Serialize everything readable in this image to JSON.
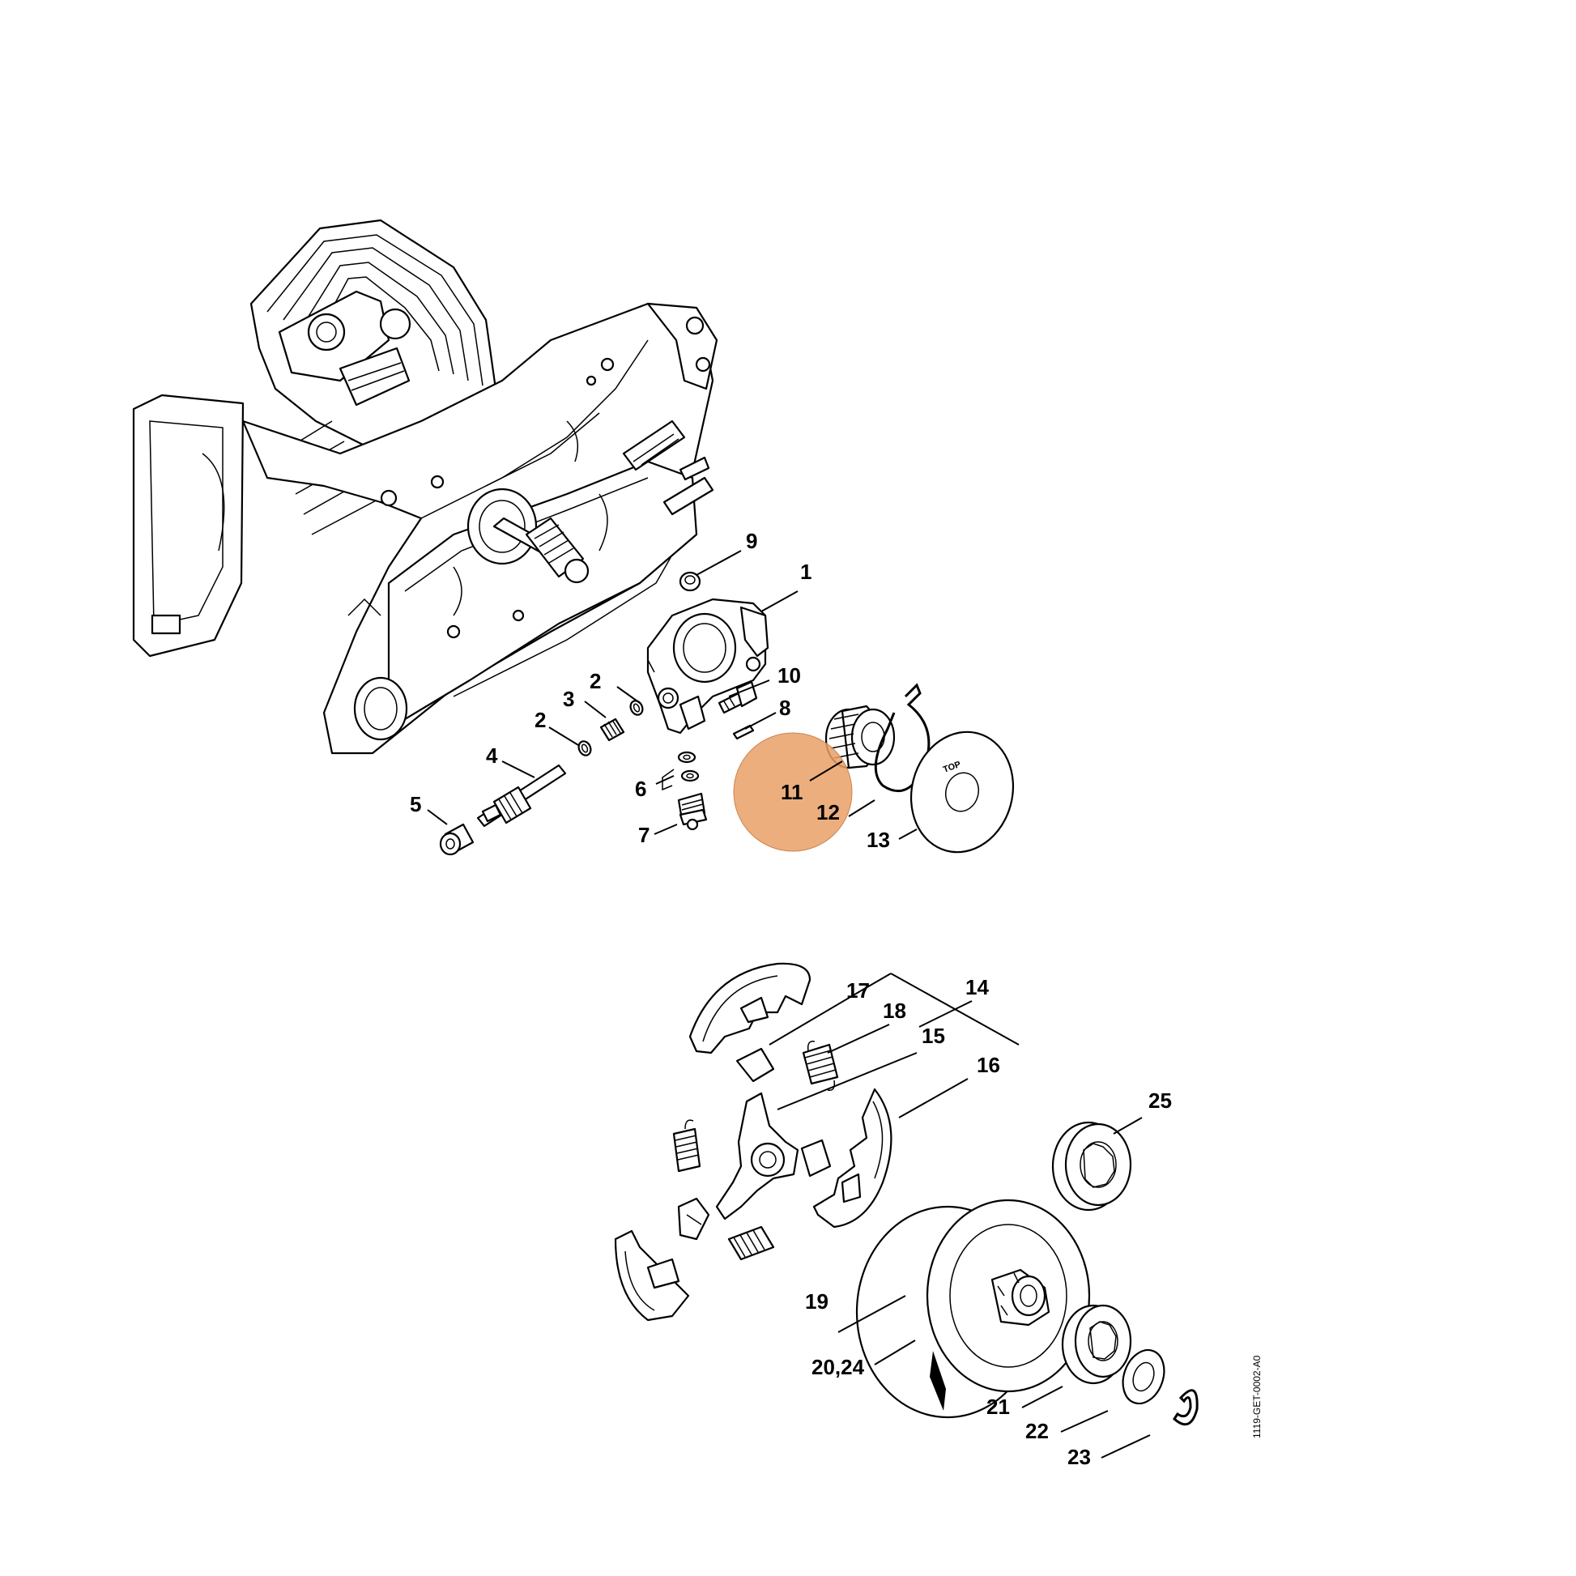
{
  "drawing_code": "1119-GET-0002-A0",
  "highlight": {
    "label": "11",
    "color": "#e9a066"
  },
  "sprocket_cover_mark": "TOP",
  "callouts": [
    {
      "id": "c9",
      "text": "9"
    },
    {
      "id": "c1",
      "text": "1"
    },
    {
      "id": "c10",
      "text": "10"
    },
    {
      "id": "c8",
      "text": "8"
    },
    {
      "id": "c2a",
      "text": "2"
    },
    {
      "id": "c3",
      "text": "3"
    },
    {
      "id": "c2b",
      "text": "2"
    },
    {
      "id": "c4",
      "text": "4"
    },
    {
      "id": "c6",
      "text": "6"
    },
    {
      "id": "c5",
      "text": "5"
    },
    {
      "id": "c7",
      "text": "7"
    },
    {
      "id": "c11",
      "text": "11"
    },
    {
      "id": "c12",
      "text": "12"
    },
    {
      "id": "c13",
      "text": "13"
    },
    {
      "id": "c17",
      "text": "17"
    },
    {
      "id": "c14",
      "text": "14"
    },
    {
      "id": "c18",
      "text": "18"
    },
    {
      "id": "c15",
      "text": "15"
    },
    {
      "id": "c16",
      "text": "16"
    },
    {
      "id": "c25",
      "text": "25"
    },
    {
      "id": "c19",
      "text": "19"
    },
    {
      "id": "c2024",
      "text": "20,24"
    },
    {
      "id": "c21",
      "text": "21"
    },
    {
      "id": "c22",
      "text": "22"
    },
    {
      "id": "c23",
      "text": "23"
    }
  ]
}
